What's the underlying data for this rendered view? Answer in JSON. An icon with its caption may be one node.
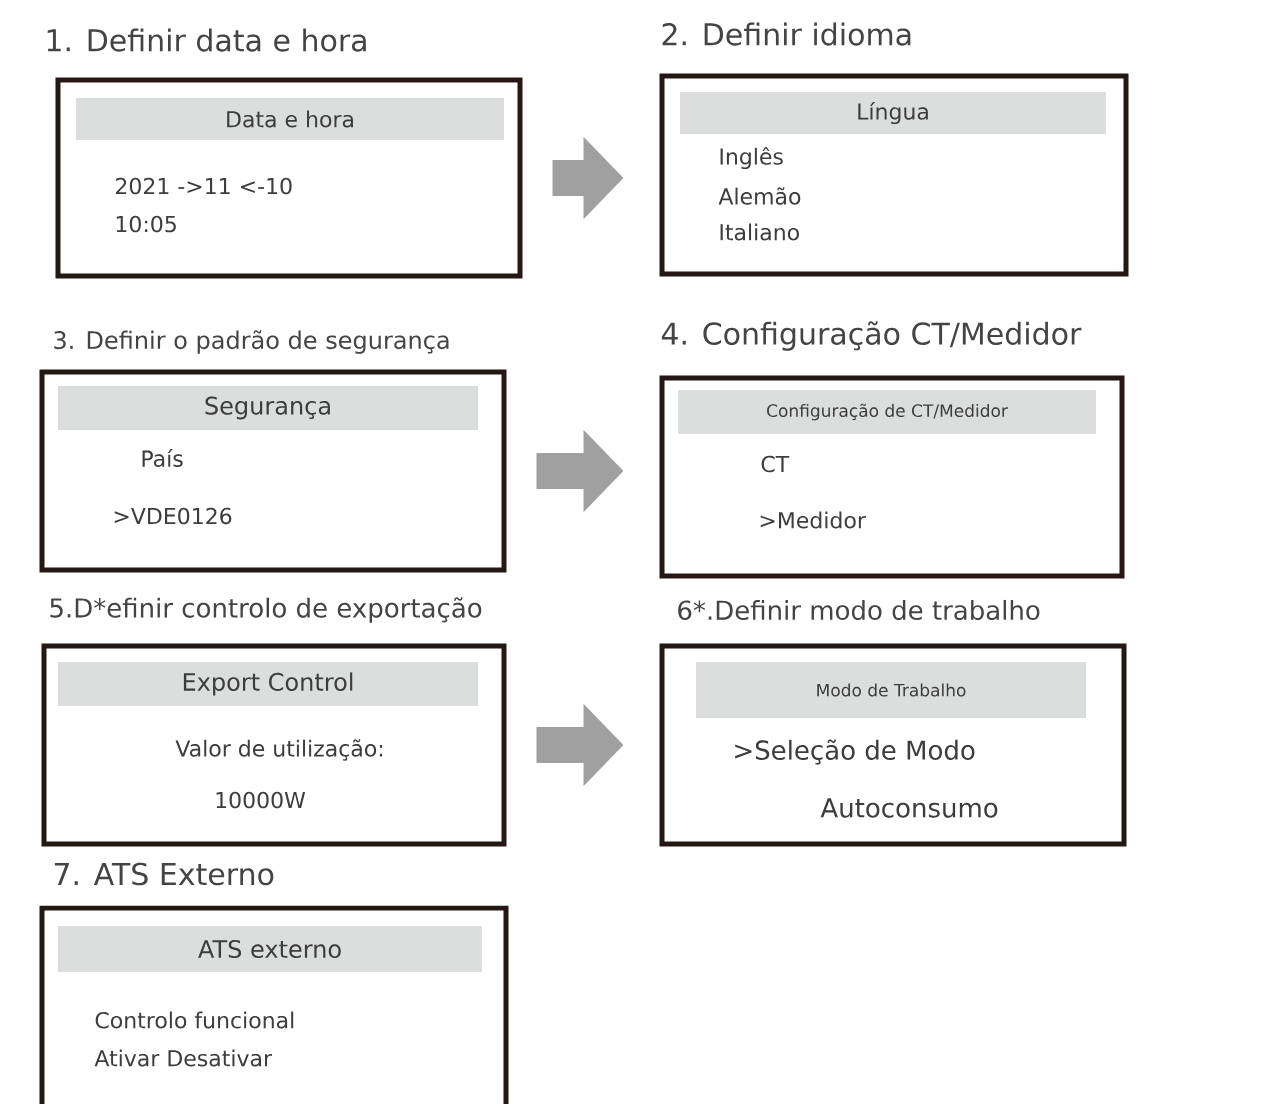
{
  "diagram": {
    "nodes": [
      {
        "text": [
          "1. Definir data e hora",
          "Data e hora",
          "2021 ->11 <-10",
          "10:05"
        ]
      },
      {
        "text": [
          "2. Definir idioma",
          "Língua",
          "Inglês",
          "Alemão",
          "Italiano"
        ]
      },
      {
        "text": [
          "3. Definir o padrão de segurança",
          "Segurança",
          "País",
          ">VDE0126"
        ]
      },
      {
        "text": [
          "4. Configuração CT/Medidor",
          "Configuração de CT/Medidor",
          "CT",
          ">Medidor"
        ]
      },
      {
        "text": [
          "5.D*efinir controlo de exportação",
          "Export Control",
          "Valor de utilização:",
          "10000W"
        ]
      },
      {
        "text": [
          "6*.Definir modo de trabalho",
          "Modo de Trabalho",
          ">Seleção de Modo",
          "Autoconsumo"
        ]
      },
      {
        "text": [
          "7. ATS Externo",
          "ATS externo",
          "Controlo funcional",
          "Ativar Desativar"
        ]
      }
    ],
    "edges": [
      {
        "from": 0,
        "to": 1,
        "arrow": "to"
      },
      {
        "from": 2,
        "to": 3,
        "arrow": "to"
      },
      {
        "from": 4,
        "to": 5,
        "arrow": "to"
      }
    ]
  }
}
